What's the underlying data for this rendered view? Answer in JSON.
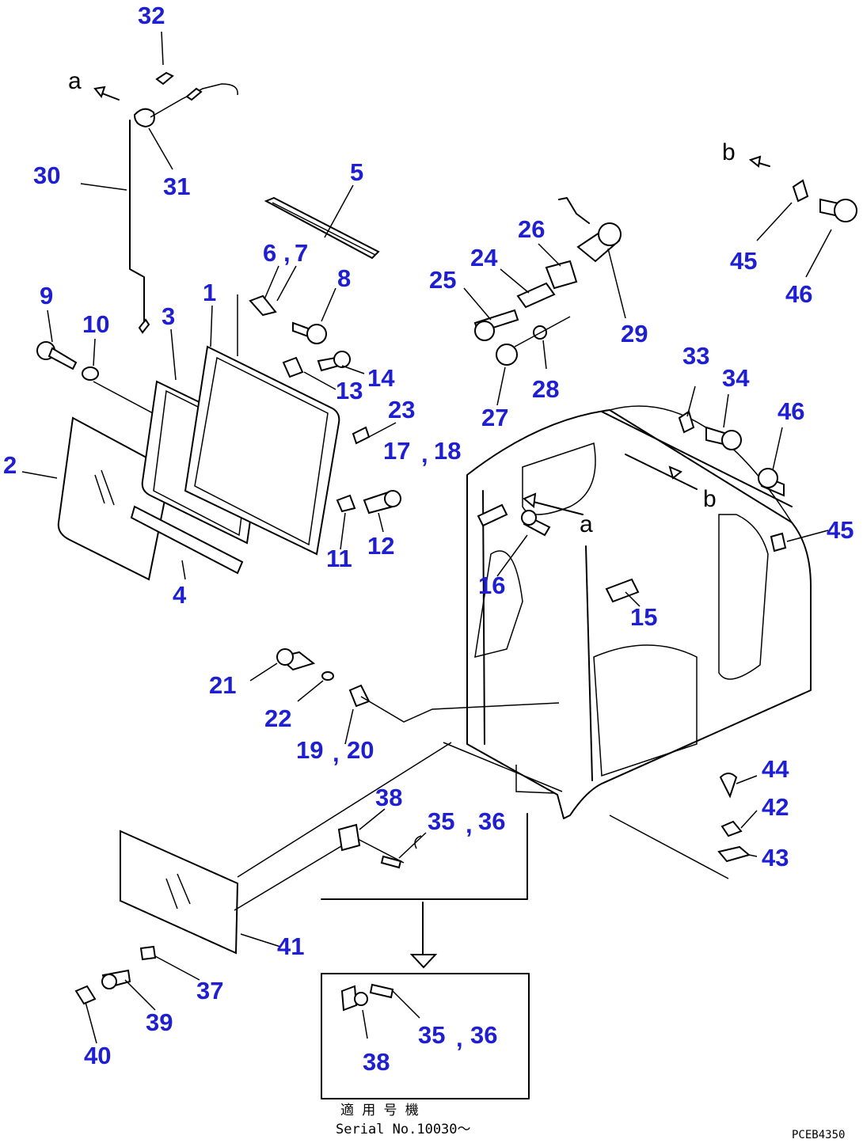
{
  "callouts": [
    "32",
    "30",
    "31",
    "5",
    "6",
    "7",
    "8",
    "9",
    "10",
    "3",
    "1",
    "14",
    "13",
    "23",
    "17",
    "18",
    "2",
    "11",
    "12",
    "4",
    "26",
    "24",
    "25",
    "29",
    "28",
    "27",
    "45",
    "46",
    "33",
    "34",
    "16",
    "15",
    "21",
    "22",
    "19",
    "20",
    "44",
    "42",
    "43",
    "38",
    "35",
    "36",
    "41",
    "37",
    "39",
    "40"
  ],
  "view_marks": {
    "a_top": "a",
    "a_cab": "a",
    "b_top": "b",
    "b_cab": "b"
  },
  "separators": {
    "s7": ",",
    "s18": ",",
    "s20": ",",
    "s36": ","
  },
  "inset": {
    "labels": [
      "35",
      "36",
      "38"
    ],
    "applicable_heading": "適 用 号 機",
    "serial": "Serial No.10030～"
  },
  "drawing_code": "PCEB4350"
}
